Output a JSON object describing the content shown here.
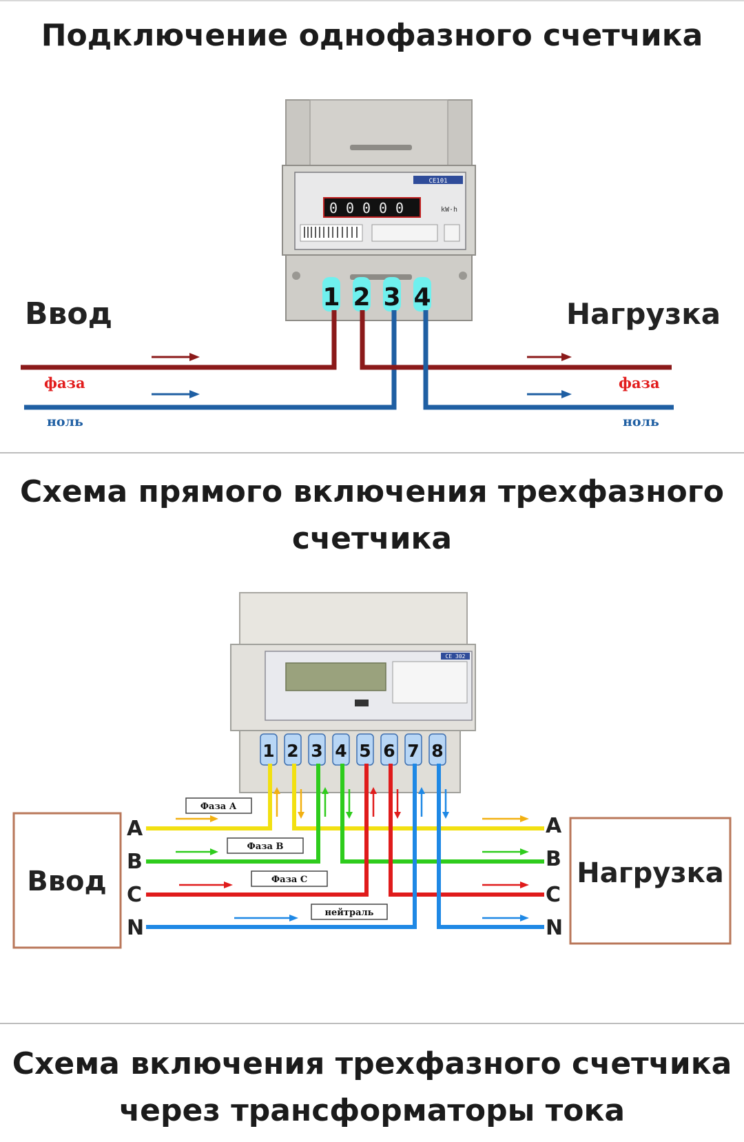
{
  "section1": {
    "title": "Подключение однофазного счетчика",
    "input_label": "Ввод",
    "load_label": "Нагрузка",
    "phase_left": "фаза",
    "neutral_left": "ноль",
    "phase_right": "фаза",
    "neutral_right": "ноль",
    "terminals": [
      "1",
      "2",
      "3",
      "4"
    ],
    "display_digits": [
      "0",
      "0",
      "0",
      "0",
      "0"
    ],
    "display_unit": "kW·h",
    "brand": "CE101"
  },
  "section2": {
    "title": "Схема прямого включения трехфазного счетчика",
    "input_label": "Ввод",
    "load_label": "Нагрузка",
    "terminals": [
      "1",
      "2",
      "3",
      "4",
      "5",
      "6",
      "7",
      "8"
    ],
    "left_lines": [
      "A",
      "B",
      "C",
      "N"
    ],
    "right_lines": [
      "A",
      "B",
      "C",
      "N"
    ],
    "tag_phase_a": "Фаза А",
    "tag_phase_b": "Фаза В",
    "tag_phase_c": "Фаза С",
    "tag_neutral": "нейтраль",
    "brand": "CE 302",
    "colors": {
      "A": "#f2e011",
      "B": "#2ecc1c",
      "C": "#e01b1b",
      "N": "#1e88e5",
      "phase1": "#8b1a1a",
      "neutral1": "#1f5fa3",
      "frame": "#b9775a"
    }
  },
  "section3": {
    "title": "Схема включения трехфазного счетчика через трансформаторы тока"
  }
}
